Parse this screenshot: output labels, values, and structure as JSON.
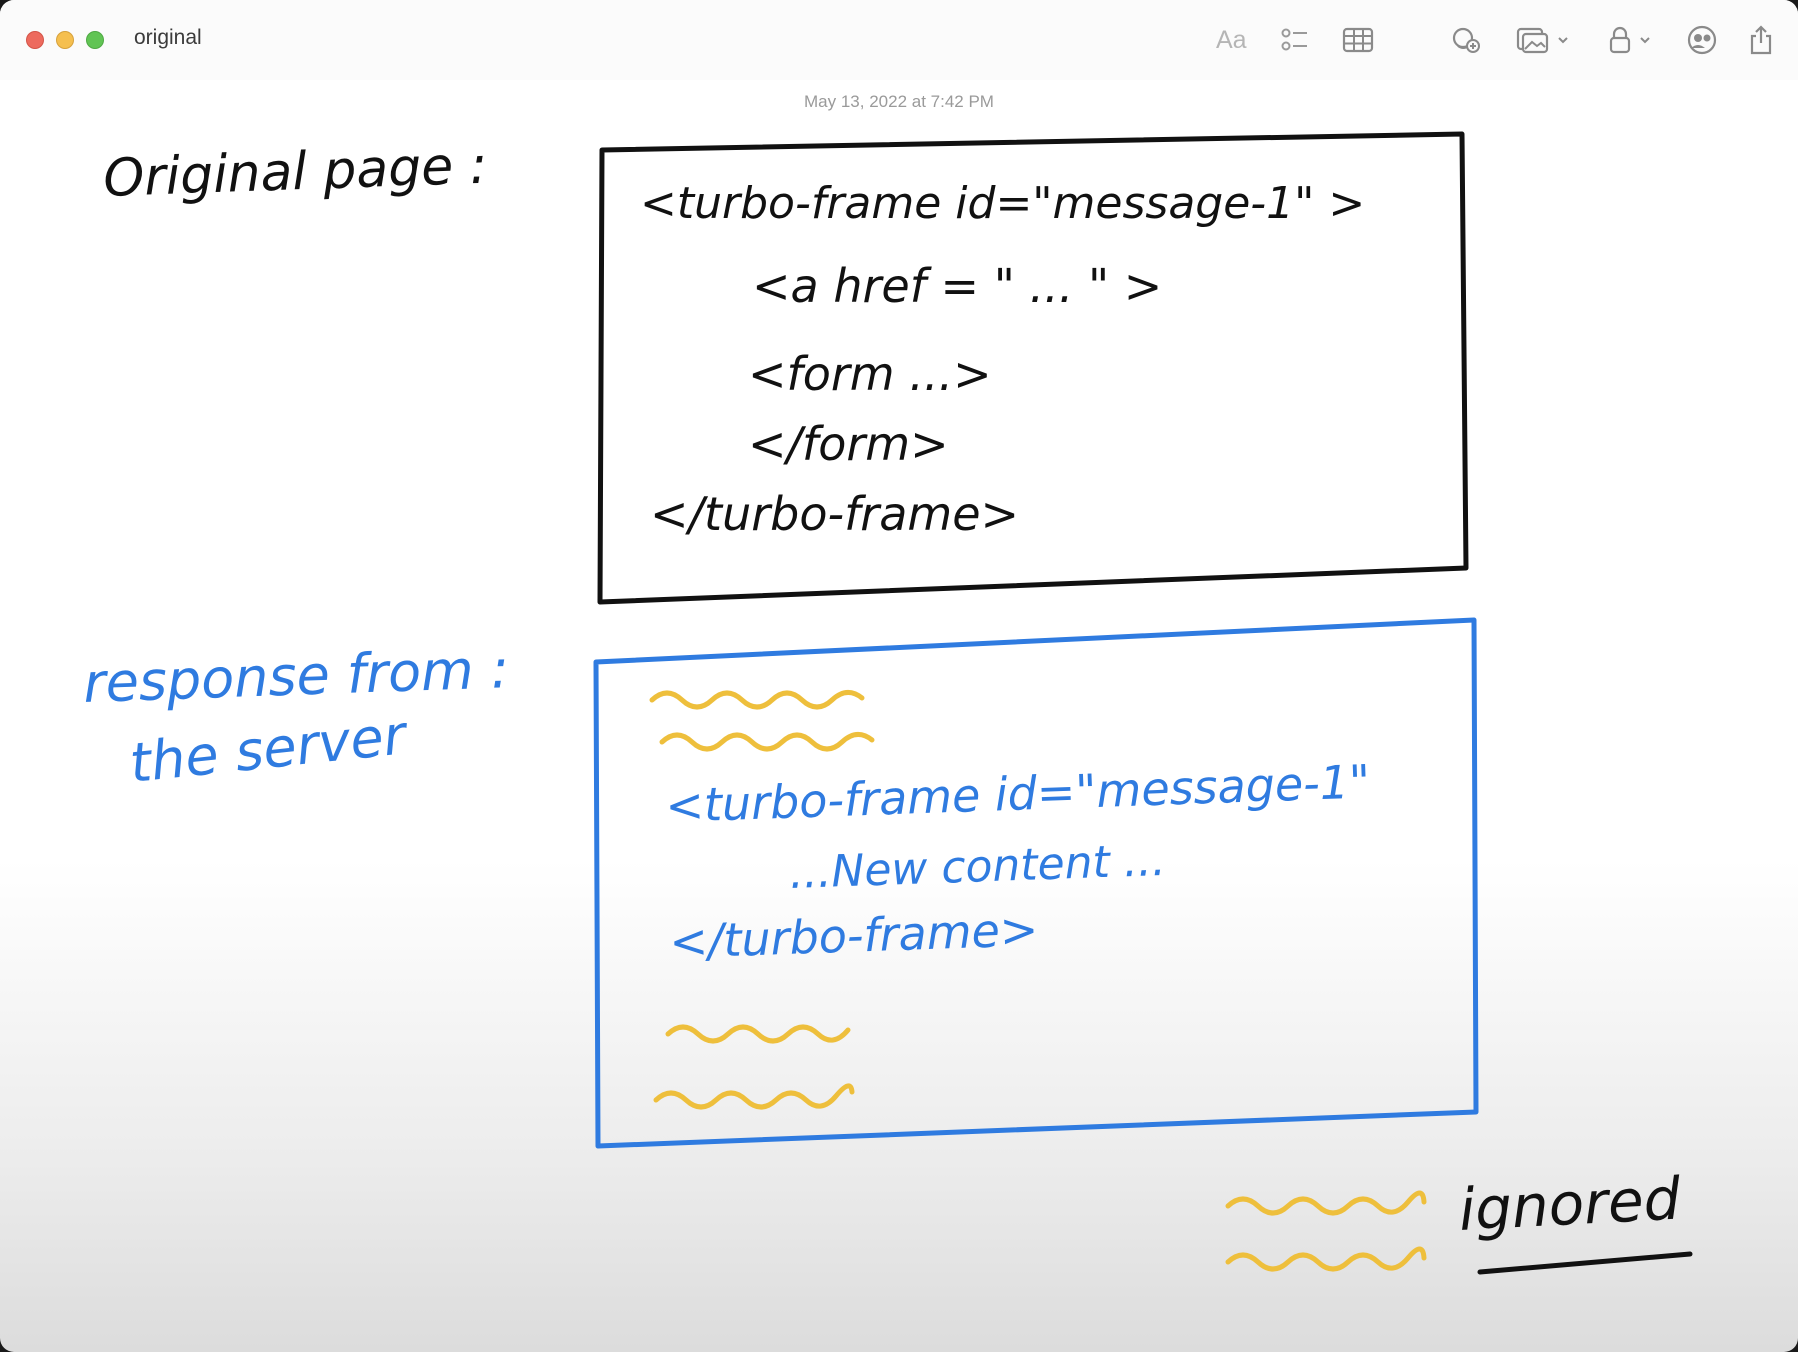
{
  "window": {
    "title": "original"
  },
  "toolbar": {
    "format_label": "Aa",
    "icons": [
      "format-text-icon",
      "checklist-icon",
      "table-icon",
      "collaborate-icon",
      "media-icon",
      "lock-icon",
      "share-people-icon",
      "share-icon"
    ]
  },
  "note": {
    "date": "May 13, 2022 at 7:42 PM",
    "left_label": "Original page :",
    "response_label_line1": "response from :",
    "response_label_line2": "the server",
    "original_box": {
      "line1": "<turbo-frame  id=\"message-1\" >",
      "line2": "<a href = \" ... \" >",
      "line3": "<form  ...>",
      "line4": "</form>",
      "line5": "</turbo-frame>"
    },
    "response_box": {
      "line1": "<turbo-frame id=\"message-1\"",
      "line2": "...New content ...",
      "line3": "</turbo-frame>"
    },
    "legend_label": "ignored"
  },
  "colors": {
    "ink_black": "#111111",
    "ink_blue": "#2f7be0",
    "ink_yellow": "#eebf3c"
  }
}
